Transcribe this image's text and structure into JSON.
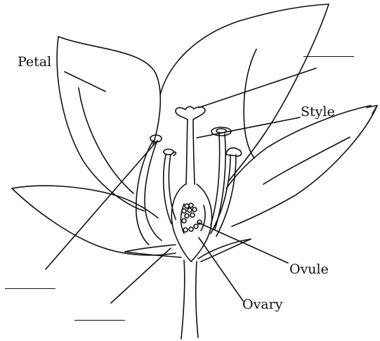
{
  "labels": {
    "petal": "Petal",
    "style": "Style",
    "ovule": "Ovule",
    "ovary": "Ovary"
  },
  "blanks": [
    "",
    "",
    ""
  ],
  "colors": {
    "stroke": "#111111",
    "background": "#ffffff"
  }
}
